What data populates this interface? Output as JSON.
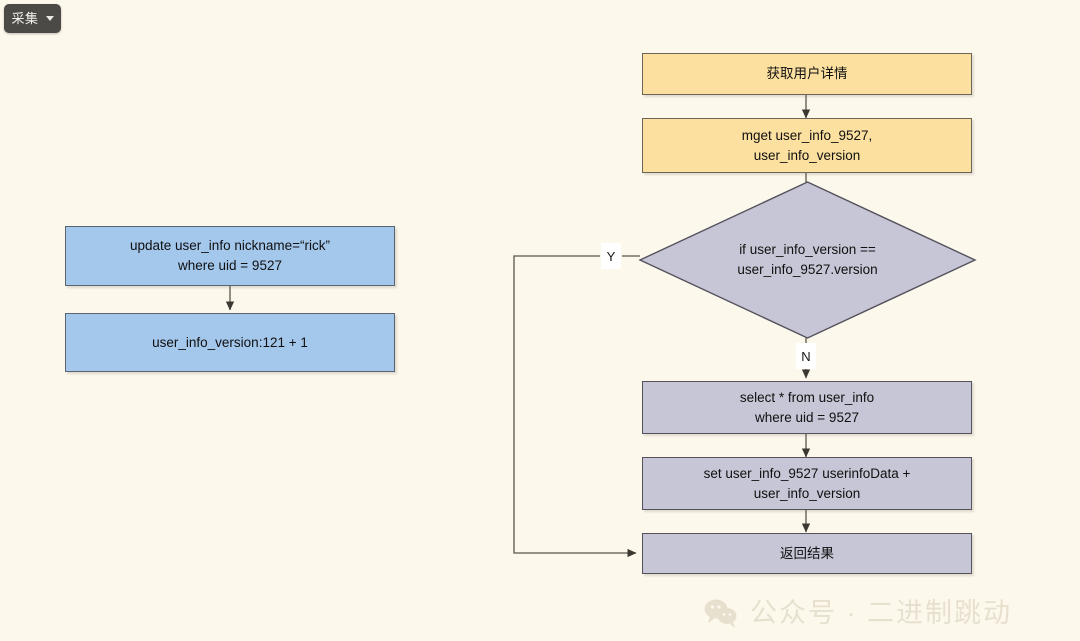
{
  "toolbar": {
    "capture_label": "采集",
    "caret_icon": "chevron-down-icon"
  },
  "canvas": {
    "background_color": "#FDF8EC"
  },
  "colors": {
    "yellow_node": "#FBE0A0",
    "blue_node": "#A4C7EC",
    "grey_node": "#C6C6D6",
    "node_border": "#6B6658",
    "edge_stroke": "#5A5648",
    "background": "#FDF8EC",
    "watermark": "#CFC4AB",
    "button_bg": "#4B4A46"
  },
  "diagram": {
    "type": "flowchart",
    "left_flow": {
      "title": "update-branch",
      "nodes": [
        {
          "id": "update-user-info",
          "label": "update user_info nickname=“rick”\nwhere uid = 9527",
          "shape": "rect",
          "fill": "#A4C7EC"
        },
        {
          "id": "user-info-version",
          "label": "user_info_version:121 + 1",
          "shape": "rect",
          "fill": "#A4C7EC"
        }
      ]
    },
    "main_flow": {
      "title": "get-user-detail",
      "nodes": [
        {
          "id": "get-user-detail",
          "label": "获取用户详情",
          "shape": "rect",
          "fill": "#FBE0A0"
        },
        {
          "id": "mget-cache",
          "label": "mget user_info_9527,\nuser_info_version",
          "shape": "rect",
          "fill": "#FBE0A0"
        },
        {
          "id": "version-check",
          "label": "if user_info_version ==\nuser_info_9527.version",
          "shape": "diamond",
          "fill": "#C6C6D6"
        },
        {
          "id": "select-user-info",
          "label": "select * from  user_info\nwhere uid = 9527",
          "shape": "rect",
          "fill": "#C6C6D6"
        },
        {
          "id": "set-cache",
          "label": "set user_info_9527  userinfoData +\nuser_info_version",
          "shape": "rect",
          "fill": "#C6C6D6"
        },
        {
          "id": "return-result",
          "label": "返回结果",
          "shape": "rect",
          "fill": "#C6C6D6"
        }
      ],
      "edge_labels": {
        "yes": "Y",
        "no": "N"
      }
    }
  },
  "watermark": {
    "text": "公众号 · 二进制跳动",
    "logo_icon": "wechat-icon"
  }
}
